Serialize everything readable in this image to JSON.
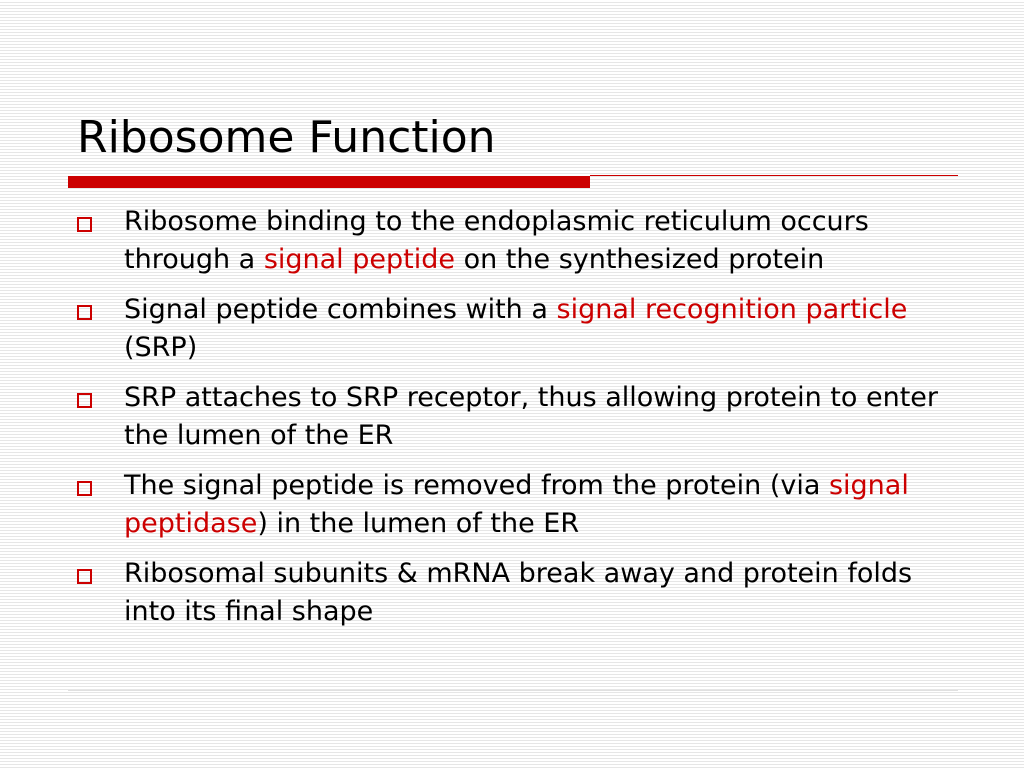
{
  "slide": {
    "title": "Ribosome Function",
    "accent_color": "#cc0000",
    "bullets": [
      {
        "icon": "hollow-square-icon",
        "parts": [
          "Ribosome binding to the endoplasmic reticulum occurs through a ",
          "signal peptide",
          " on the synthesized protein"
        ]
      },
      {
        "icon": "hollow-square-icon",
        "parts": [
          "Signal peptide combines with a ",
          "signal recognition particle",
          " (SRP)"
        ]
      },
      {
        "icon": "hollow-square-icon",
        "parts": [
          "SRP attaches to SRP receptor, thus allowing protein to enter the lumen of the ER"
        ]
      },
      {
        "icon": "hollow-square-icon",
        "parts": [
          "The signal peptide is removed from the protein (via ",
          "signal peptidase",
          ") in the lumen of the ER"
        ]
      },
      {
        "icon": "hollow-square-icon",
        "parts": [
          "Ribosomal subunits & mRNA break away and protein folds into its final shape"
        ]
      }
    ]
  }
}
